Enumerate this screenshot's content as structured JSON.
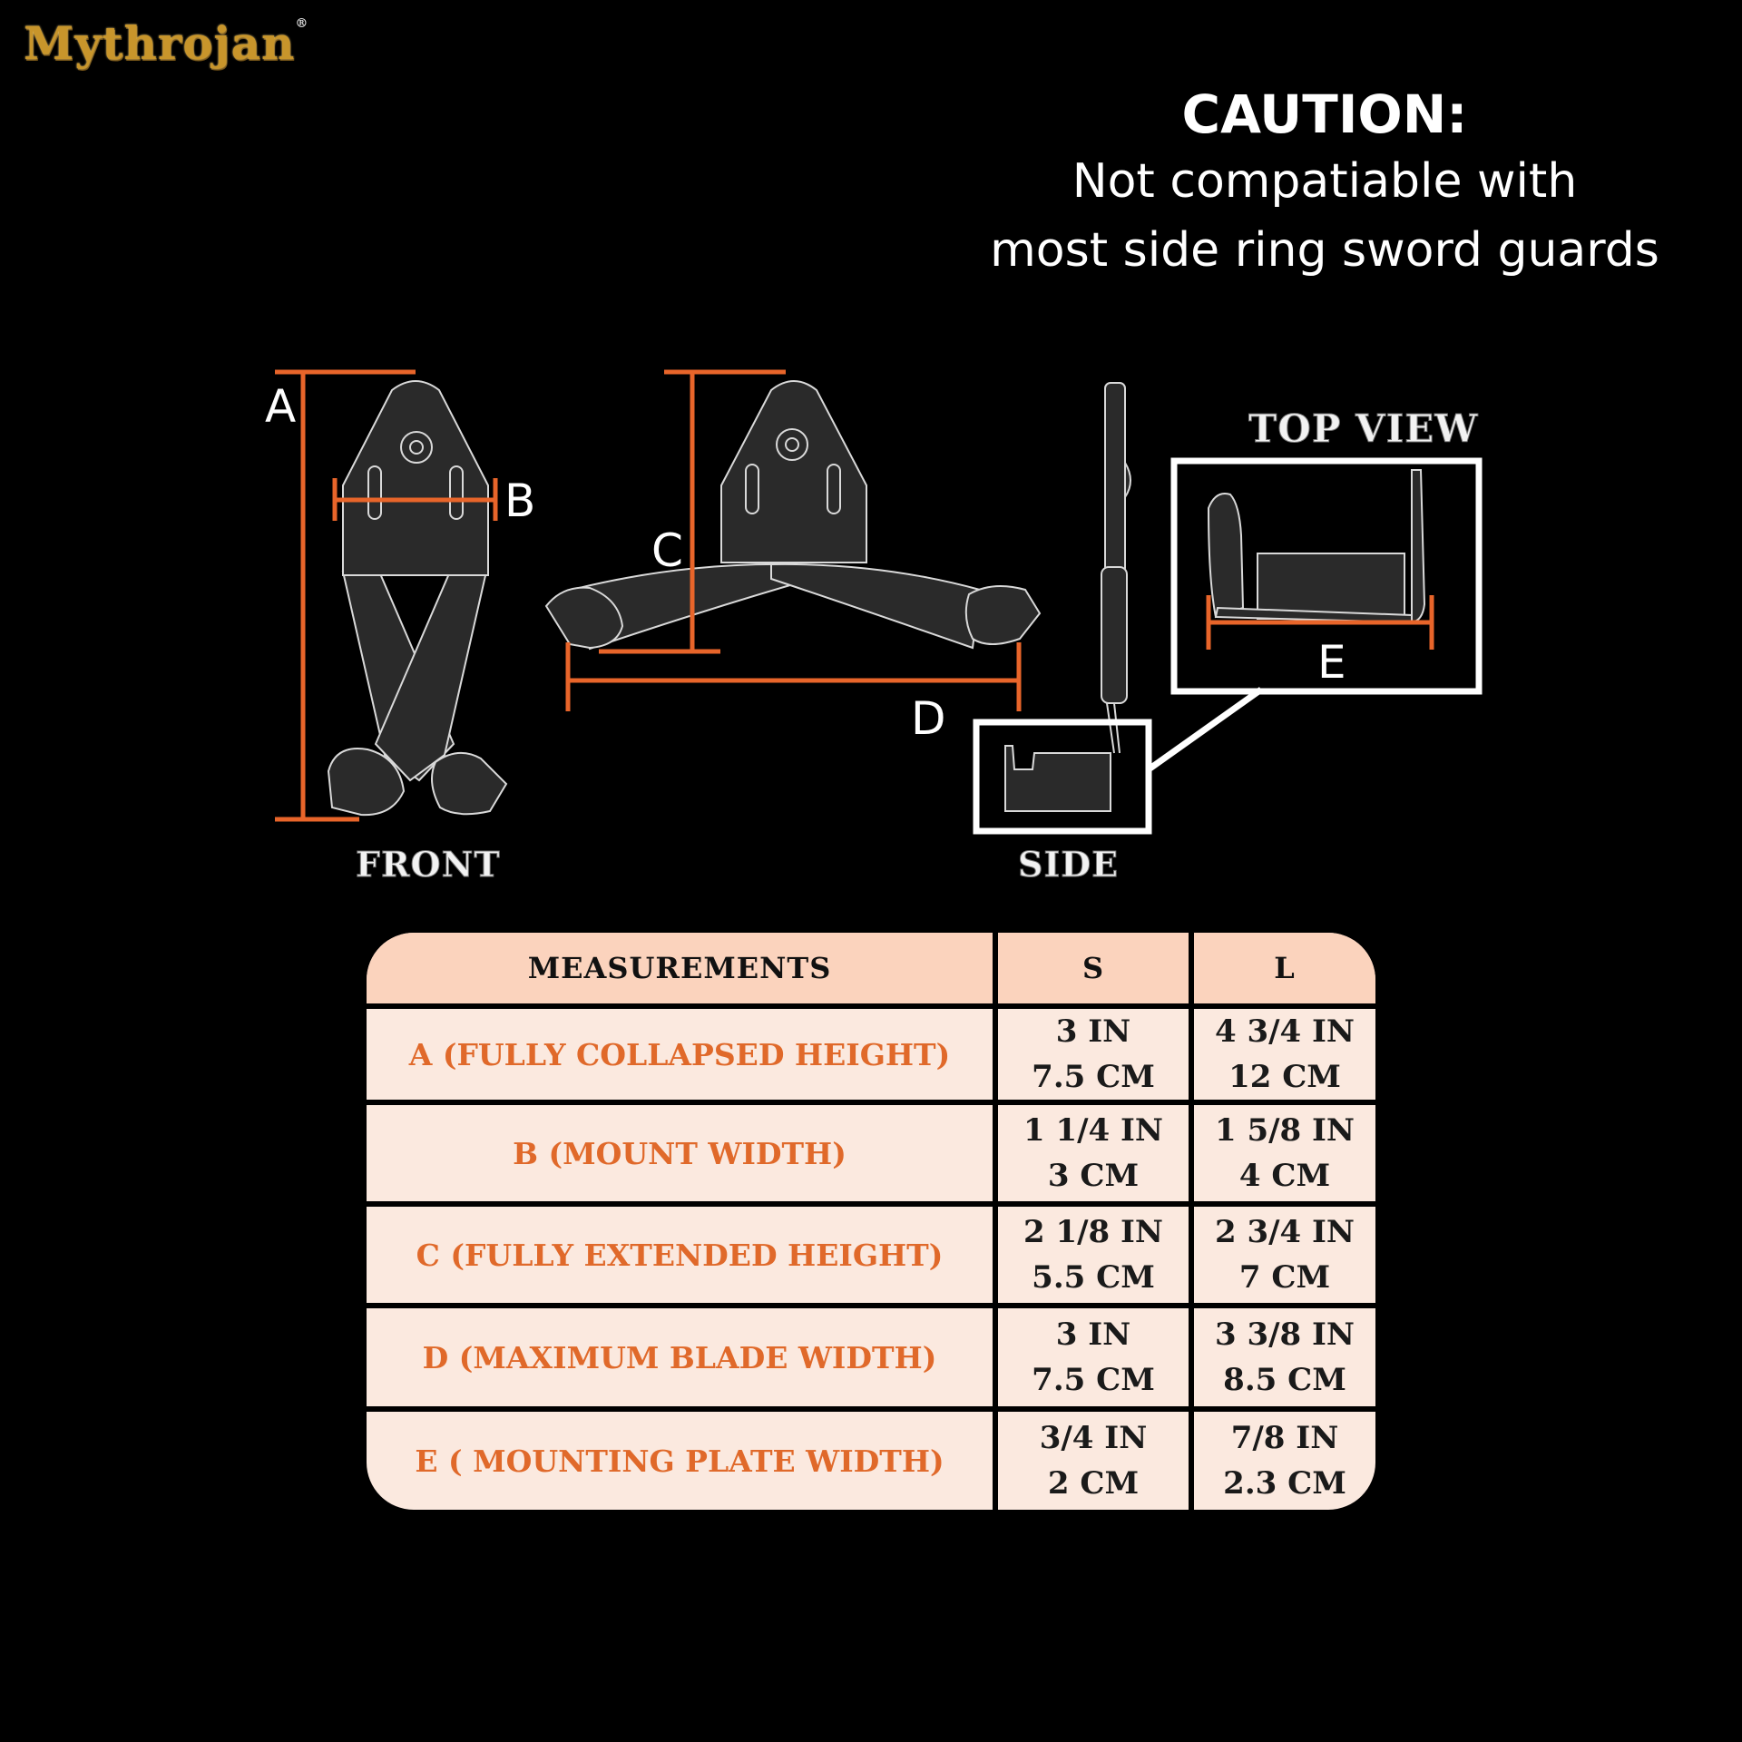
{
  "brand": {
    "logo_text": "Mythrojan",
    "registered_mark": "®"
  },
  "caution": {
    "heading": "CAUTION:",
    "line1": "Not compatiable with",
    "line2": "most side ring sword guards"
  },
  "diagram": {
    "labels": {
      "front": "FRONT",
      "side": "SIDE",
      "top_view": "TOP VIEW",
      "a": "A",
      "b": "B",
      "c": "C",
      "d": "D",
      "e": "E"
    }
  },
  "table": {
    "headers": [
      "MEASUREMENTS",
      "S",
      "L"
    ],
    "rows": [
      {
        "label": "A (FULLY COLLAPSED HEIGHT)",
        "s_in": "3 IN",
        "s_cm": "7.5 CM",
        "l_in": "4  3/4 IN",
        "l_cm": "12 CM"
      },
      {
        "label": "B (MOUNT WIDTH)",
        "s_in": "1  1/4 IN",
        "s_cm": "3 CM",
        "l_in": "1  5/8 IN",
        "l_cm": "4 CM"
      },
      {
        "label": "C (FULLY EXTENDED HEIGHT)",
        "s_in": "2  1/8 IN",
        "s_cm": "5.5 CM",
        "l_in": "2  3/4 IN",
        "l_cm": "7 CM"
      },
      {
        "label": "D (MAXIMUM BLADE WIDTH)",
        "s_in": "3 IN",
        "s_cm": "7.5 CM",
        "l_in": "3  3/8 IN",
        "l_cm": "8.5 CM"
      },
      {
        "label": "E ( MOUNTING PLATE WIDTH)",
        "s_in": "3/4 IN",
        "s_cm": "2 CM",
        "l_in": "7/8 IN",
        "l_cm": "2.3 CM"
      }
    ]
  },
  "colors": {
    "background": "#000000",
    "dimension_line": "#e8652a",
    "table_body": "#fbe9df",
    "table_header": "#fbd3bd",
    "row_label": "#e0692a",
    "logo_gold": "#c8952b"
  }
}
